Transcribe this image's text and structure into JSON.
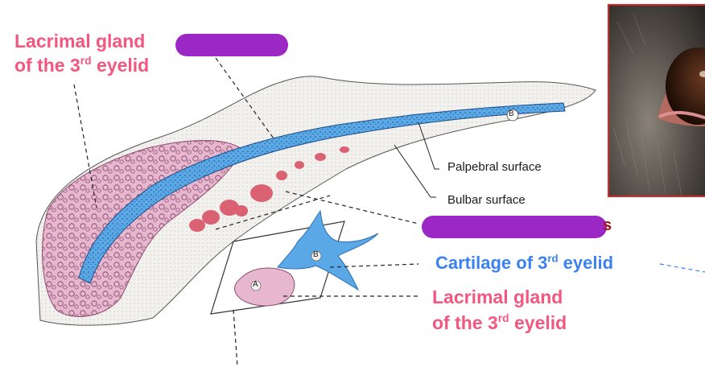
{
  "labels": {
    "lacrimal_top_line1": "Lacrimal gland",
    "lacrimal_top_line2_pre": "of the 3",
    "lacrimal_top_sup": "rd",
    "lacrimal_top_line2_post": " eyelid",
    "palpebral": "Palpebral surface",
    "bulbar": "Bulbar surface",
    "hidden_label_tail": "s",
    "cartilage_pre": "Cartilage of 3",
    "cartilage_sup": "rd",
    "cartilage_post": " eyelid",
    "lacrimal_bottom_line1": "Lacrimal gland",
    "lacrimal_bottom_line2_pre": "of the 3",
    "lacrimal_bottom_sup": "rd",
    "lacrimal_bottom_line2_post": " eyelid",
    "marker_a": "A",
    "marker_b_small": "B",
    "marker_b_large": "B"
  },
  "colors": {
    "pink_label": "#f2577f",
    "blue_label": "#3b82f0",
    "redaction": "#9b27c4",
    "cartilage": "#5aa8e6",
    "gland": "#e7b7cf",
    "photo_border": "#d62828"
  }
}
